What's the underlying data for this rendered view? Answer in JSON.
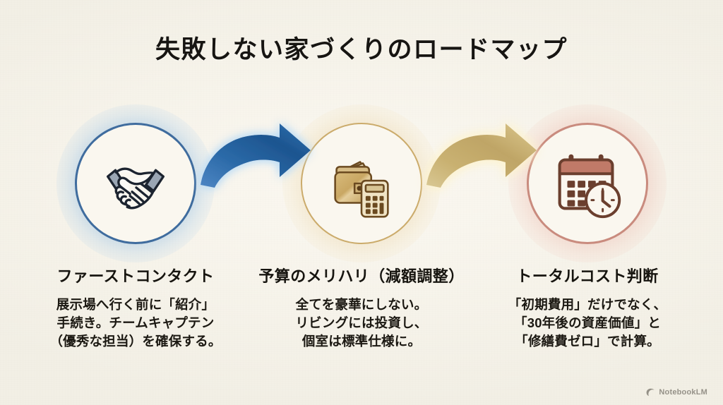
{
  "page": {
    "title": "失敗しない家づくりのロードマップ",
    "background_color": "#f6f3ea",
    "title_color": "#171512"
  },
  "steps": [
    {
      "id": "first-contact",
      "icon": "handshake-icon",
      "accent_color": "#3f6c9e",
      "glow_color": "#78afe1",
      "heading": "ファーストコンタクト",
      "body_lines": [
        "展示場へ行く前に「紹介」",
        "手続き。チームキャプテン",
        "（優秀な担当）を確保する。"
      ]
    },
    {
      "id": "budget-balance",
      "icon": "wallet-calculator-icon",
      "accent_color": "#cbab6b",
      "glow_color": "#e8cd96",
      "heading": "予算のメリハリ（減額調整）",
      "body_lines": [
        "全てを豪華にしない。",
        "リビングには投資し、",
        "個室は標準仕様に。"
      ]
    },
    {
      "id": "total-cost",
      "icon": "calendar-clock-icon",
      "accent_color": "#c98b7e",
      "glow_color": "#e8a091",
      "heading": "トータルコスト判断",
      "body_lines": [
        "「初期費用」だけでなく、",
        "「30年後の資産価値」と",
        "「修繕費ゼロ」で計算。"
      ]
    }
  ],
  "arrows": [
    {
      "id": "arrow-step1-to-step2",
      "icon": "curved-arrow-right-icon",
      "color": "#23598f"
    },
    {
      "id": "arrow-step2-to-step3",
      "icon": "curved-arrow-right-icon",
      "color": "#cbb273"
    }
  ],
  "watermark": {
    "icon": "notebooklm-logo-icon",
    "label": "NotebookLM"
  }
}
